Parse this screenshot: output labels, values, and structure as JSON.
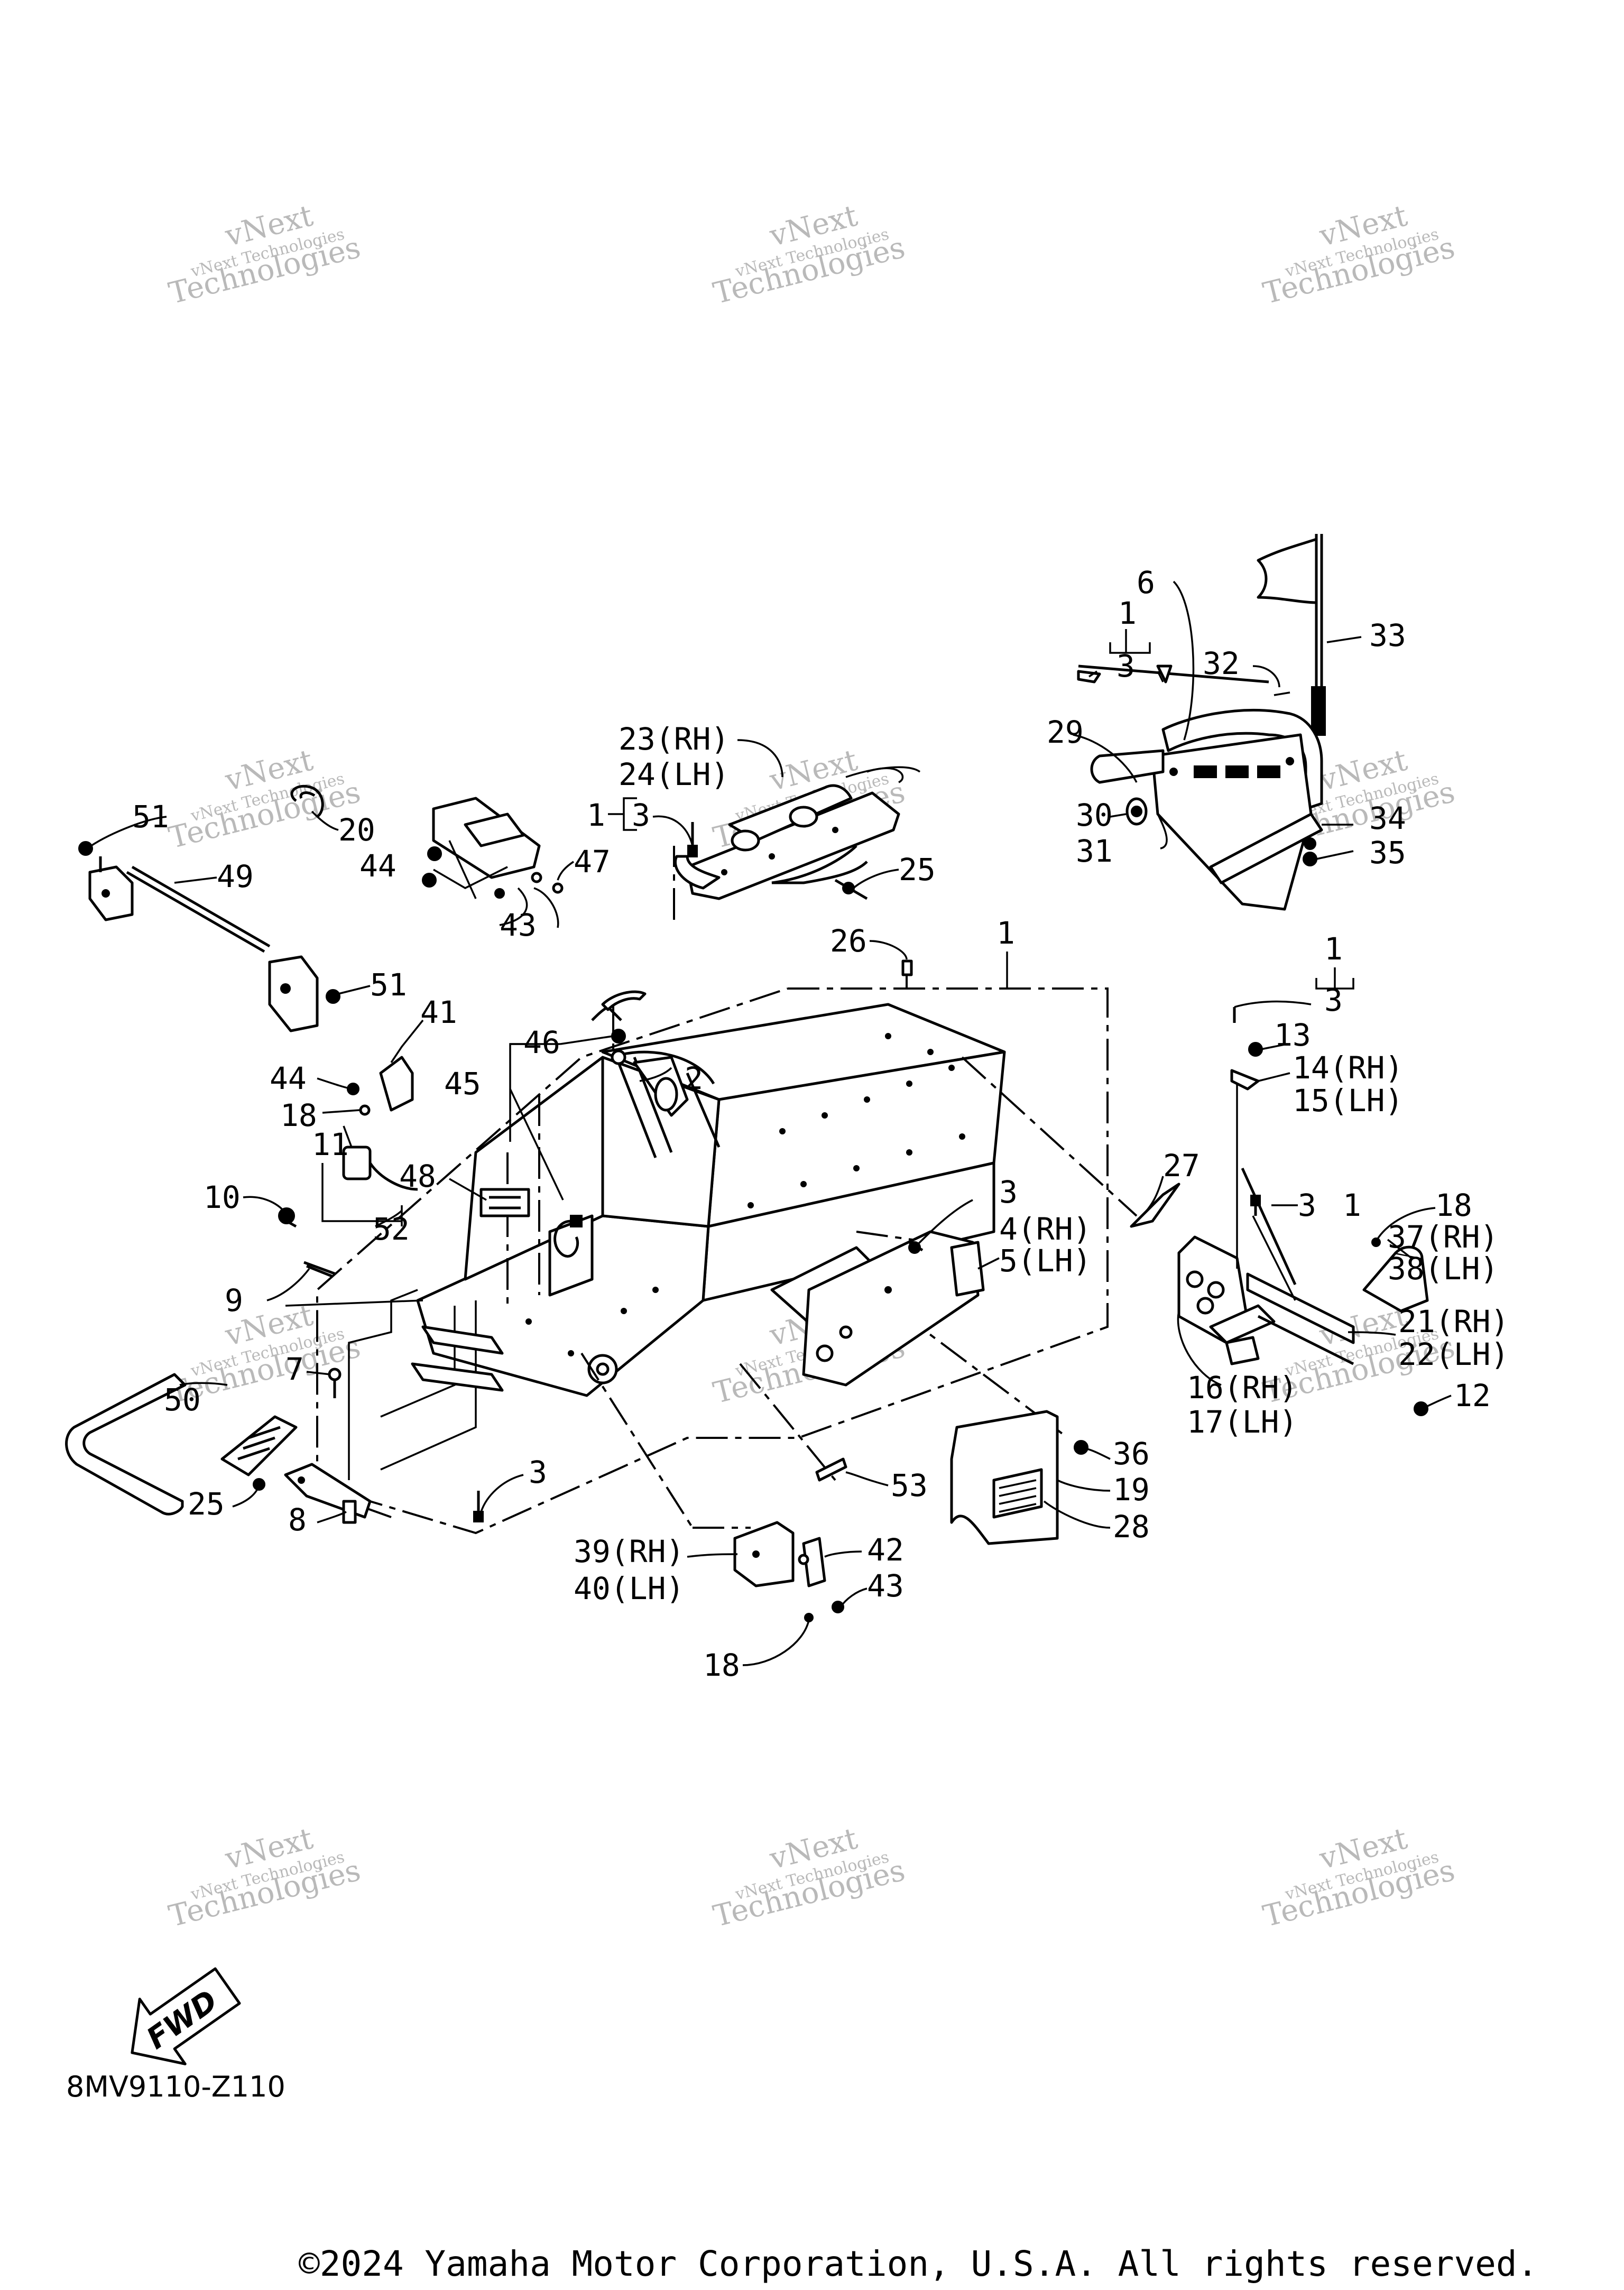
{
  "diagram": {
    "code": "8MV9110-Z110",
    "copyright": "©2024 Yamaha Motor Corporation, U.S.A. All rights reserved.",
    "fwd_label": "FWD",
    "watermark": {
      "line1": "vNext",
      "line2": "vNext Technologies",
      "line3": "Technologies"
    },
    "callouts": [
      {
        "id": "c6",
        "text": "6"
      },
      {
        "id": "c1a",
        "text": "1"
      },
      {
        "id": "c3a",
        "text": "3"
      },
      {
        "id": "c33",
        "text": "33"
      },
      {
        "id": "c32",
        "text": "32"
      },
      {
        "id": "c29",
        "text": "29"
      },
      {
        "id": "c30",
        "text": "30"
      },
      {
        "id": "c31",
        "text": "31"
      },
      {
        "id": "c34",
        "text": "34"
      },
      {
        "id": "c35",
        "text": "35"
      },
      {
        "id": "c23",
        "text": "23(RH)"
      },
      {
        "id": "c24",
        "text": "24(LH)"
      },
      {
        "id": "c1b",
        "text": "1"
      },
      {
        "id": "c3b",
        "text": "3"
      },
      {
        "id": "c25a",
        "text": "25"
      },
      {
        "id": "c51a",
        "text": "51"
      },
      {
        "id": "c20",
        "text": "20"
      },
      {
        "id": "c49",
        "text": "49"
      },
      {
        "id": "c44a",
        "text": "44"
      },
      {
        "id": "c47",
        "text": "47"
      },
      {
        "id": "c43a",
        "text": "43"
      },
      {
        "id": "c51b",
        "text": "51"
      },
      {
        "id": "c26",
        "text": "26"
      },
      {
        "id": "c1c",
        "text": "1"
      },
      {
        "id": "c1d",
        "text": "1"
      },
      {
        "id": "c3c",
        "text": "3"
      },
      {
        "id": "c13",
        "text": "13"
      },
      {
        "id": "c14",
        "text": "14(RH)"
      },
      {
        "id": "c15",
        "text": "15(LH)"
      },
      {
        "id": "c41",
        "text": "41"
      },
      {
        "id": "c46",
        "text": "46"
      },
      {
        "id": "c45",
        "text": "45"
      },
      {
        "id": "c2",
        "text": "2"
      },
      {
        "id": "c44b",
        "text": "44"
      },
      {
        "id": "c18a",
        "text": "18"
      },
      {
        "id": "c11",
        "text": "11"
      },
      {
        "id": "c48",
        "text": "48"
      },
      {
        "id": "c52",
        "text": "52"
      },
      {
        "id": "c27",
        "text": "27"
      },
      {
        "id": "c10",
        "text": "10"
      },
      {
        "id": "c3d",
        "text": "3"
      },
      {
        "id": "c4",
        "text": "4(RH)"
      },
      {
        "id": "c5",
        "text": "5(LH)"
      },
      {
        "id": "c3e",
        "text": "3"
      },
      {
        "id": "c1e",
        "text": "1"
      },
      {
        "id": "c18b",
        "text": "18"
      },
      {
        "id": "c37",
        "text": "37(RH)"
      },
      {
        "id": "c38",
        "text": "38(LH)"
      },
      {
        "id": "c9",
        "text": "9"
      },
      {
        "id": "c21",
        "text": "21(RH)"
      },
      {
        "id": "c22",
        "text": "22(LH)"
      },
      {
        "id": "c7",
        "text": "7"
      },
      {
        "id": "c16",
        "text": "16(RH)"
      },
      {
        "id": "c17",
        "text": "17(LH)"
      },
      {
        "id": "c12",
        "text": "12"
      },
      {
        "id": "c50",
        "text": "50"
      },
      {
        "id": "c36",
        "text": "36"
      },
      {
        "id": "c19",
        "text": "19"
      },
      {
        "id": "c28",
        "text": "28"
      },
      {
        "id": "c53",
        "text": "53"
      },
      {
        "id": "c3f",
        "text": "3"
      },
      {
        "id": "c25b",
        "text": "25"
      },
      {
        "id": "c8",
        "text": "8"
      },
      {
        "id": "c39",
        "text": "39(RH)"
      },
      {
        "id": "c40",
        "text": "40(LH)"
      },
      {
        "id": "c42",
        "text": "42"
      },
      {
        "id": "c43b",
        "text": "43"
      },
      {
        "id": "c18c",
        "text": "18"
      }
    ]
  }
}
